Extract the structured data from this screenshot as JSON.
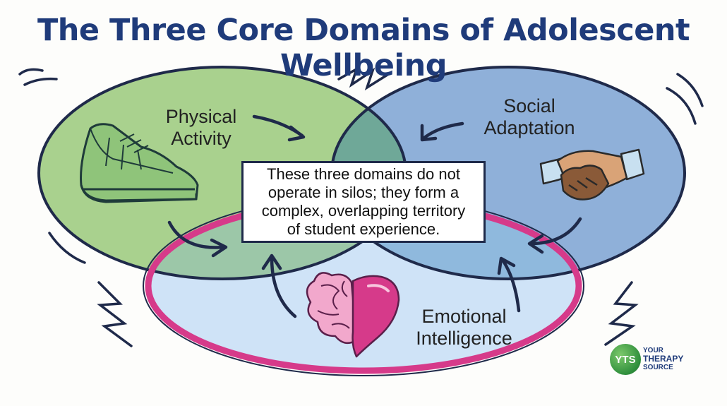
{
  "title": "The Three Core Domains of Adolescent Wellbeing",
  "domains": {
    "physical": {
      "line1": "Physical",
      "line2": "Activity",
      "icon": "sneaker-icon",
      "color": "#a9d18e"
    },
    "social": {
      "line1": "Social",
      "line2": "Adaptation",
      "icon": "handshake-icon",
      "color": "#8fb0d9"
    },
    "emotional": {
      "line1": "Emotional",
      "line2": "Intelligence",
      "icon": "brain-heart-icon",
      "color": "#d63a8a"
    }
  },
  "center": {
    "line1": "These three domains do not",
    "line2": "operate in silos; they form a",
    "line3": "complex, overlapping territory",
    "line4": "of student experience."
  },
  "logo": {
    "badge": "YTS",
    "line1": "YOUR",
    "line2": "THERAPY",
    "line3": "SOURCE"
  }
}
